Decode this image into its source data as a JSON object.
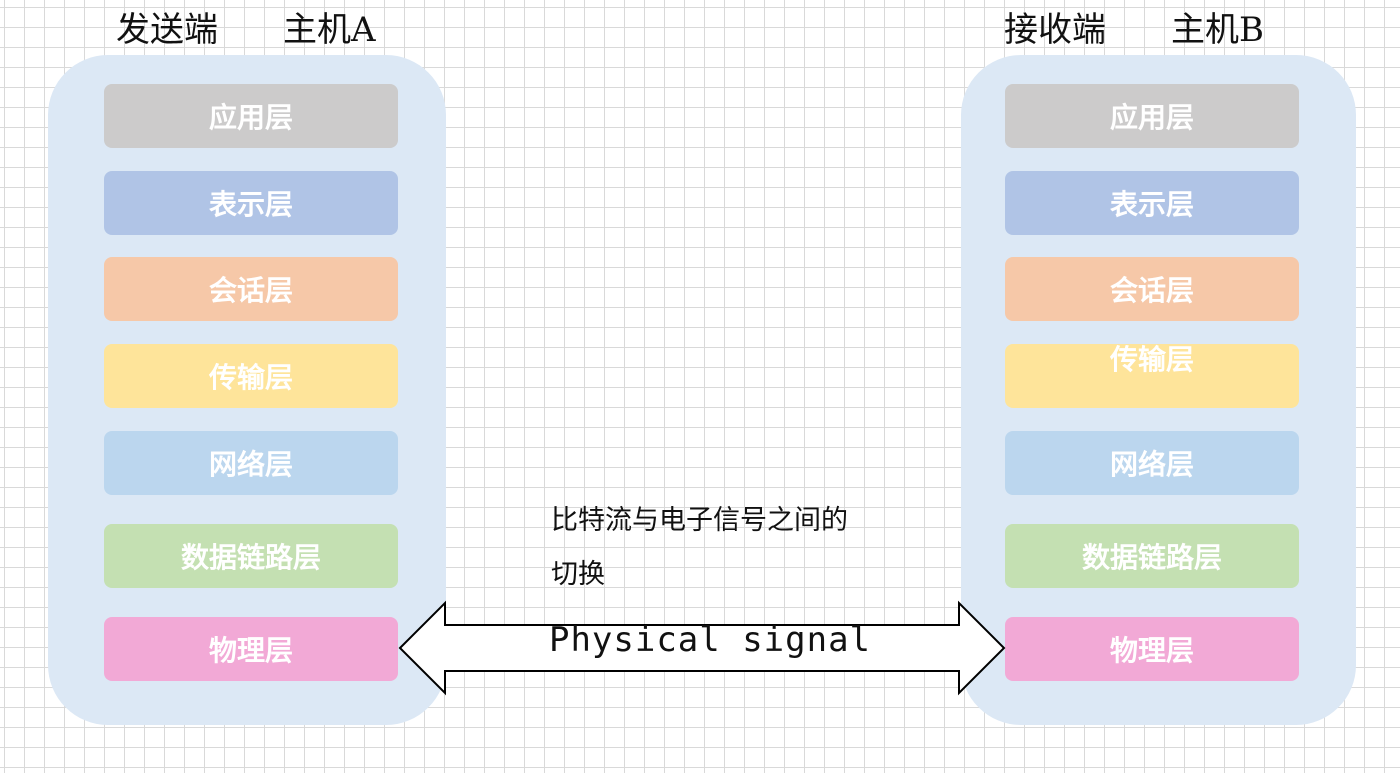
{
  "sender": {
    "role": "发送端",
    "host": "主机A",
    "layers": [
      {
        "label": "应用层",
        "color": "#cccbcb"
      },
      {
        "label": "表示层",
        "color": "#b0c4e6"
      },
      {
        "label": "会话层",
        "color": "#f6c8a8"
      },
      {
        "label": "传输层",
        "color": "#fee49a"
      },
      {
        "label": "网络层",
        "color": "#bbd6ee"
      },
      {
        "label": "数据链路层",
        "color": "#c4e0b2"
      },
      {
        "label": "物理层",
        "color": "#f2a9d6"
      }
    ]
  },
  "receiver": {
    "role": "接收端",
    "host": "主机B",
    "layers": [
      {
        "label": "应用层",
        "color": "#cccbcb"
      },
      {
        "label": "表示层",
        "color": "#b0c4e6"
      },
      {
        "label": "会话层",
        "color": "#f6c8a8"
      },
      {
        "label": "传输层",
        "color": "#fee49a"
      },
      {
        "label": "网络层",
        "color": "#bbd6ee"
      },
      {
        "label": "数据链路层",
        "color": "#c4e0b2"
      },
      {
        "label": "物理层",
        "color": "#f2a9d6"
      }
    ]
  },
  "note": {
    "line1": "比特流与电子信号之间的",
    "line2": "切换"
  },
  "signal": {
    "label": "Physical signal"
  },
  "colors": {
    "panel": "#dce8f5",
    "grid": "#d9d9d9",
    "arrow_stroke": "#000000"
  }
}
